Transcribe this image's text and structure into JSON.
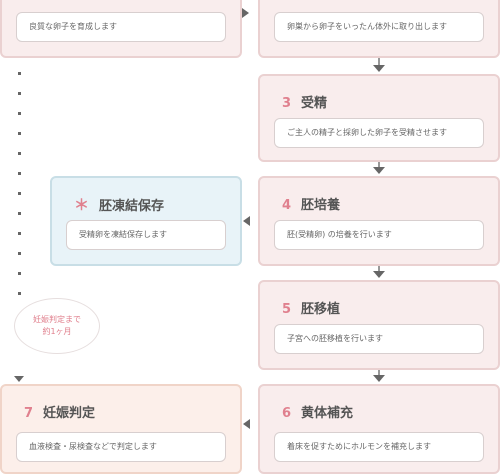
{
  "steps": {
    "s1": {
      "desc": "良質な卵子を育成します"
    },
    "s2": {
      "desc": "卵巣から卵子をいったん体外に取り出します"
    },
    "s3": {
      "num": "3",
      "title": "受精",
      "desc": "ご主人の精子と採卵した卵子を受精させます"
    },
    "s4": {
      "num": "4",
      "title": "胚培養",
      "desc": "胚(受精卵) の培養を行います"
    },
    "s5": {
      "num": "5",
      "title": "胚移植",
      "desc": "子宮への胚移植を行います"
    },
    "s6": {
      "num": "6",
      "title": "黄体補充",
      "desc": "着床を促すためにホルモンを補充します"
    },
    "s7": {
      "num": "7",
      "title": "妊娠判定",
      "desc": "血液検査・尿検査などで判定します"
    }
  },
  "freeze": {
    "mark": "＊",
    "title": "胚凍結保存",
    "desc": "受精卵を凍結保存します"
  },
  "badge": {
    "line1": "妊娠判定まで",
    "line2": "約1ヶ月"
  },
  "colors": {
    "accent": "#e0808e",
    "card_pink": "#f9eded",
    "card_blue": "#e8f3f8",
    "card_peach": "#fcefea"
  }
}
